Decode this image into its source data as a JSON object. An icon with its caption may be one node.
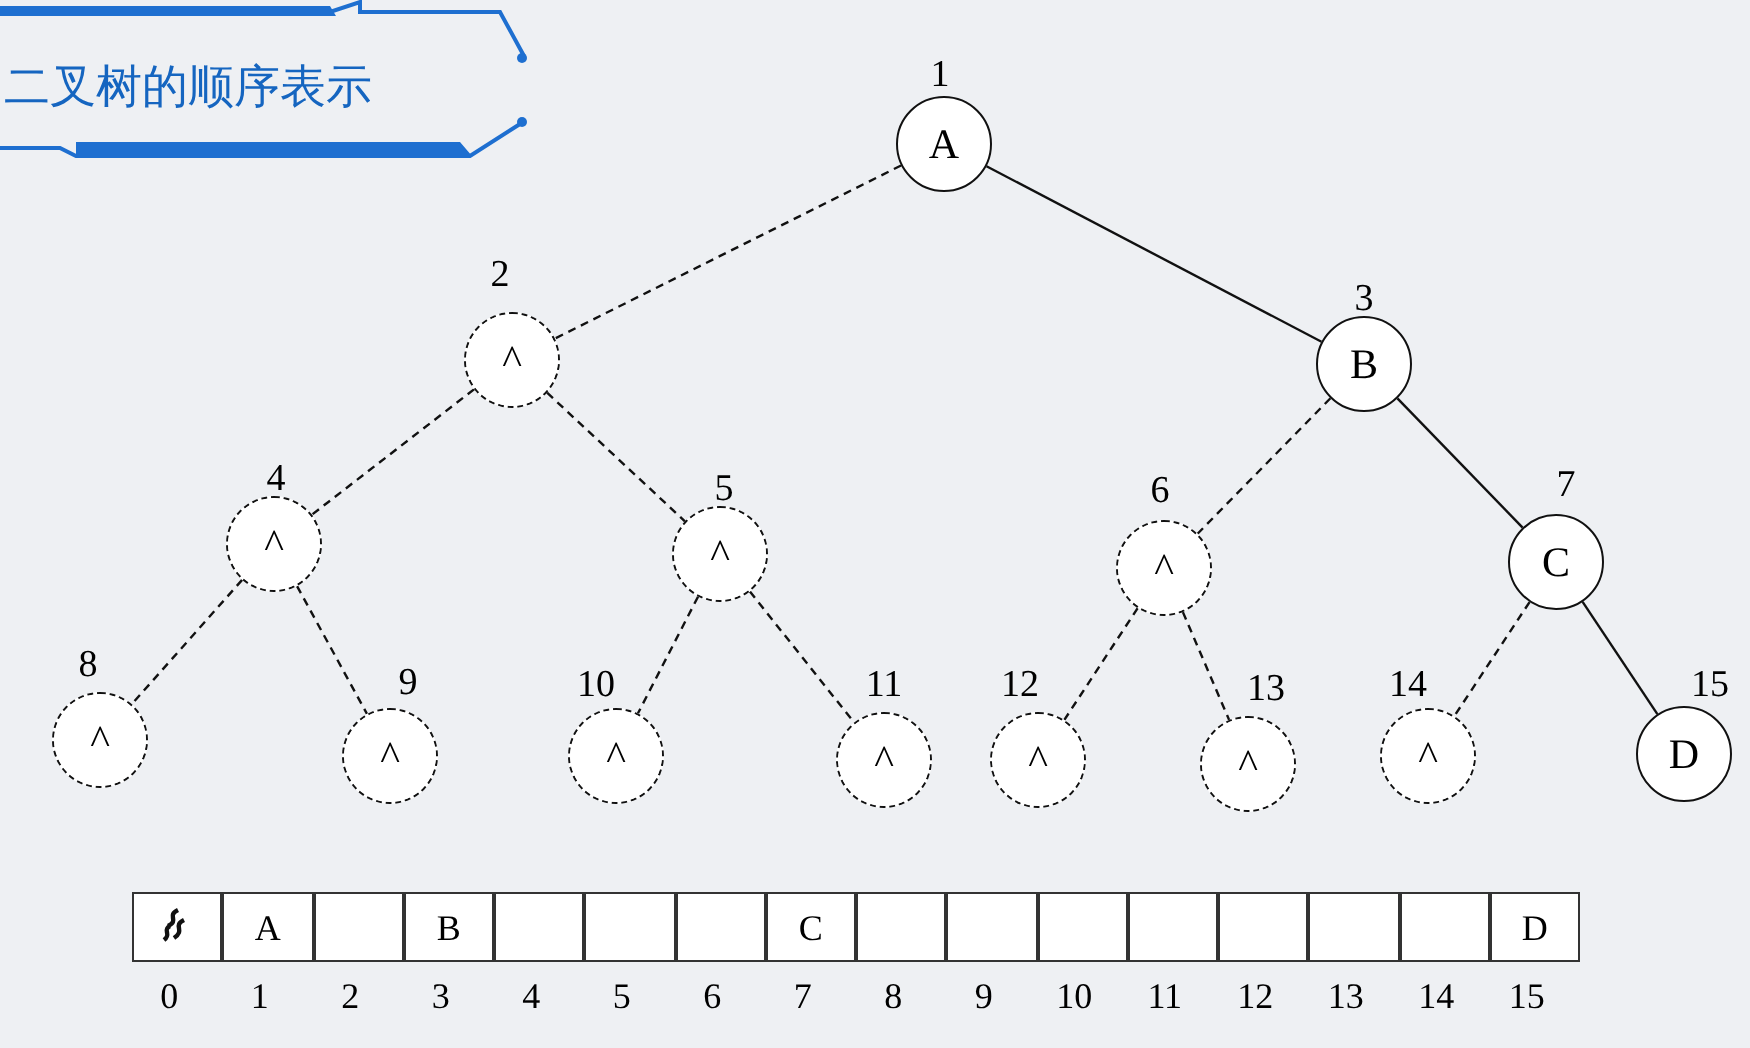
{
  "diagram": {
    "title": "二叉树的顺序表示",
    "nodes": [
      {
        "text": [
          "A"
        ],
        "beside": [
          "1"
        ]
      },
      {
        "text": [
          "^"
        ],
        "beside": [
          "2"
        ]
      },
      {
        "text": [
          "B"
        ],
        "beside": [
          "3"
        ]
      },
      {
        "text": [
          "^"
        ],
        "beside": [
          "4"
        ]
      },
      {
        "text": [
          "^"
        ],
        "beside": [
          "5"
        ]
      },
      {
        "text": [
          "^"
        ],
        "beside": [
          "6"
        ]
      },
      {
        "text": [
          "C"
        ],
        "beside": [
          "7"
        ]
      },
      {
        "text": [
          "^"
        ],
        "beside": [
          "8"
        ]
      },
      {
        "text": [
          "^"
        ],
        "beside": [
          "9"
        ]
      },
      {
        "text": [
          "^"
        ],
        "beside": [
          "10"
        ]
      },
      {
        "text": [
          "^"
        ],
        "beside": [
          "11"
        ]
      },
      {
        "text": [
          "^"
        ],
        "beside": [
          "12"
        ]
      },
      {
        "text": [
          "^"
        ],
        "beside": [
          "13"
        ]
      },
      {
        "text": [
          "^"
        ],
        "beside": [
          "14"
        ]
      },
      {
        "text": [
          "D"
        ],
        "beside": [
          "15"
        ]
      }
    ],
    "edges": [
      {
        "from": 0,
        "to": 1,
        "arrow": "none",
        "style": "dashed"
      },
      {
        "from": 0,
        "to": 2,
        "arrow": "none"
      },
      {
        "from": 1,
        "to": 3,
        "arrow": "none",
        "style": "dashed"
      },
      {
        "from": 1,
        "to": 4,
        "arrow": "none",
        "style": "dashed"
      },
      {
        "from": 2,
        "to": 5,
        "arrow": "none",
        "style": "dashed"
      },
      {
        "from": 2,
        "to": 6,
        "arrow": "none"
      },
      {
        "from": 3,
        "to": 7,
        "arrow": "none",
        "style": "dashed"
      },
      {
        "from": 3,
        "to": 8,
        "arrow": "none",
        "style": "dashed"
      },
      {
        "from": 4,
        "to": 9,
        "arrow": "none",
        "style": "dashed"
      },
      {
        "from": 4,
        "to": 10,
        "arrow": "none",
        "style": "dashed"
      },
      {
        "from": 5,
        "to": 11,
        "arrow": "none",
        "style": "dashed"
      },
      {
        "from": 5,
        "to": 12,
        "arrow": "none",
        "style": "dashed"
      },
      {
        "from": 6,
        "to": 13,
        "arrow": "none",
        "style": "dashed"
      },
      {
        "from": 6,
        "to": 14,
        "arrow": "none"
      }
    ],
    "labels": [
      "A",
      "B",
      "C",
      "D",
      "0",
      "1",
      "2",
      "3",
      "4",
      "5",
      "6",
      "7",
      "8",
      "9",
      "10",
      "11",
      "12",
      "13",
      "14",
      "15"
    ]
  }
}
